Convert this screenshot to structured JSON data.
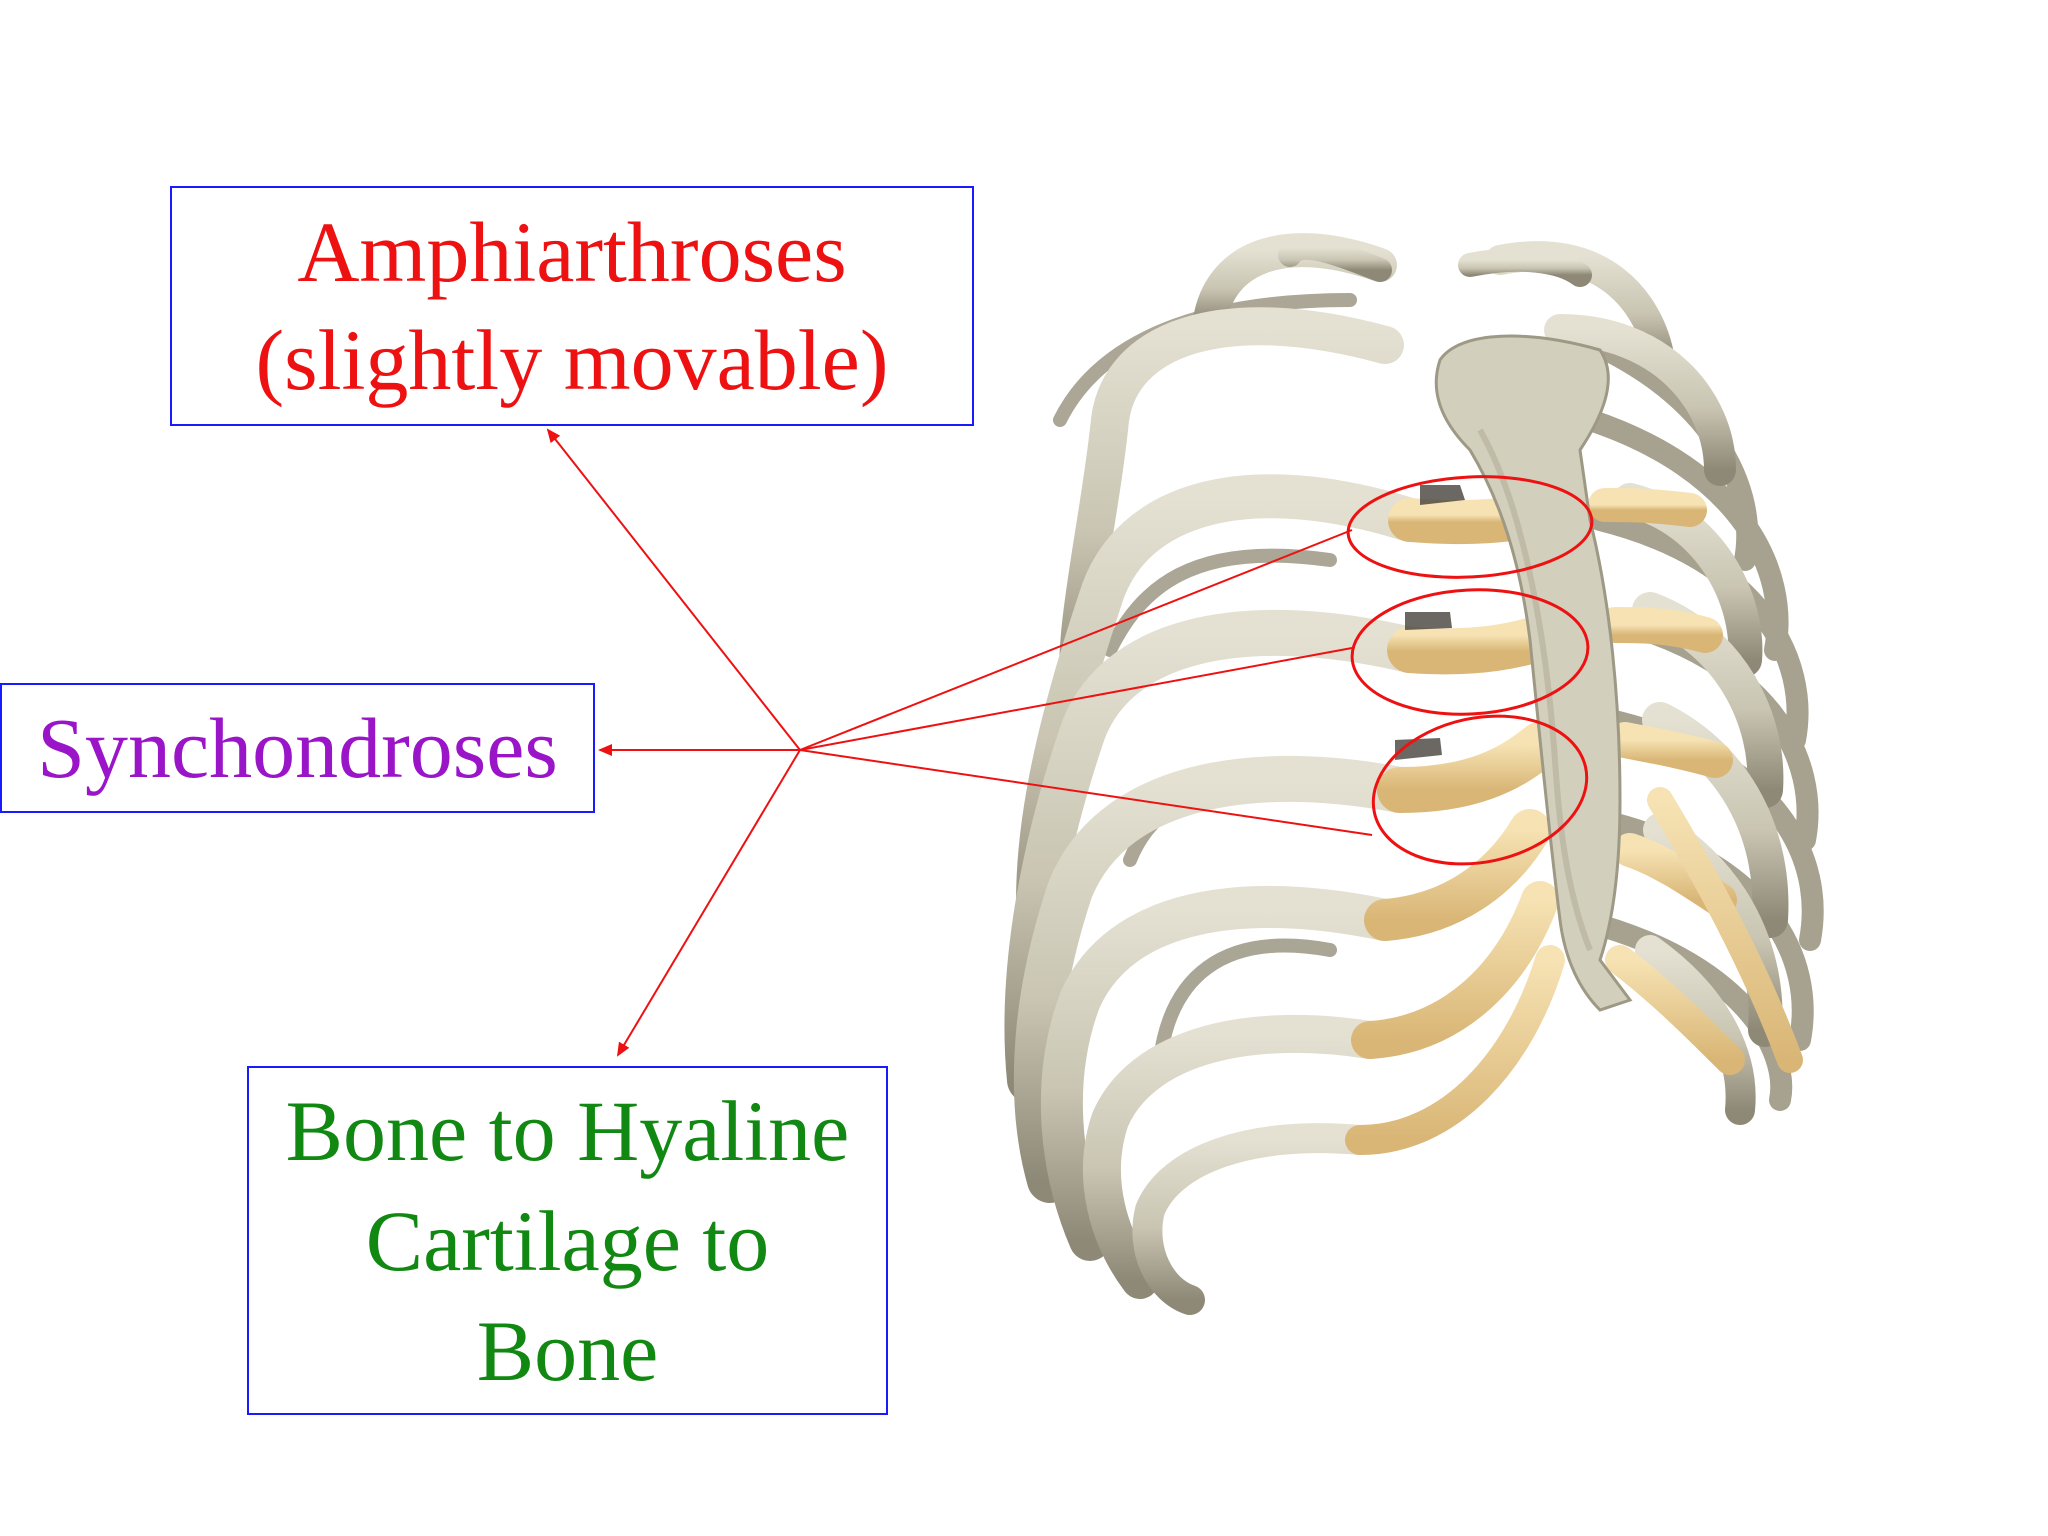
{
  "labels": {
    "amphiarthroses": {
      "line1": "Amphiarthroses",
      "line2": "(slightly movable)",
      "color": "#ee1111"
    },
    "synchondroses": {
      "line1": "Synchondroses",
      "color": "#9a14c8"
    },
    "joint_type": {
      "line1": "Bone to Hyaline",
      "line2": "Cartilage to",
      "line3": "Bone",
      "color": "#118811"
    }
  },
  "colors": {
    "box_border": "#1a1aff",
    "arrow": "#ee1111",
    "bone": "#cfcbb9",
    "bone_shadow": "#8f8a78",
    "cartilage": "#efd39a"
  },
  "illustration": {
    "subject": "rib-cage",
    "icon": "rib-cage-icon"
  }
}
